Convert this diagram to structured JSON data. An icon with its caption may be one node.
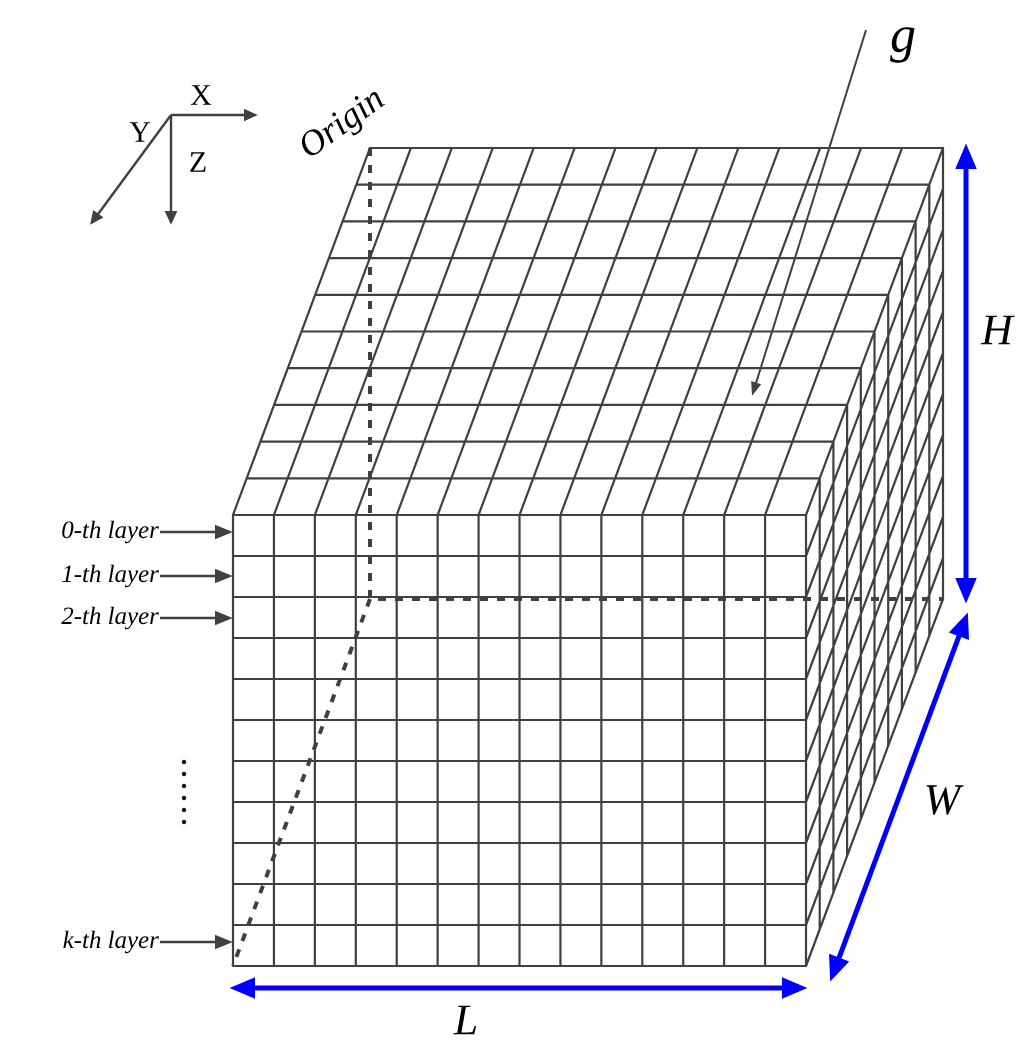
{
  "diagram": {
    "nodes": [
      {
        "text": [
          "0-th layer"
        ]
      },
      {
        "text": [
          "1-th layer"
        ]
      },
      {
        "text": [
          "2-th layer"
        ]
      },
      {
        "text": [
          "k-th layer"
        ]
      }
    ],
    "edges": [
      {
        "from": 0,
        "to": null,
        "arrow": "to"
      },
      {
        "from": 1,
        "to": null,
        "arrow": "to"
      },
      {
        "from": 2,
        "to": null,
        "arrow": "to"
      },
      {
        "from": 3,
        "to": null,
        "arrow": "to"
      }
    ],
    "labels": [
      "X",
      "Y",
      "Z",
      "Origin",
      "g",
      "H",
      "W",
      "L"
    ]
  }
}
